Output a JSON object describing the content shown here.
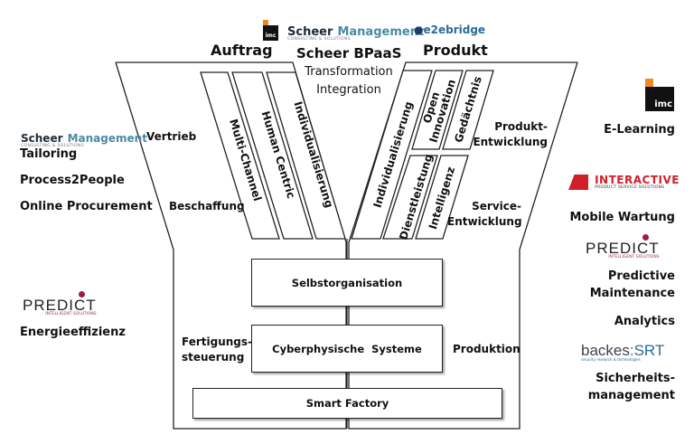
{
  "header": {
    "logos": {
      "imc": "imc",
      "scheer": {
        "word1": "Scheer",
        "word2": "Management",
        "tagline": "CONSULTING & SOLUTIONS"
      },
      "e2ebridge": "e2ebridge"
    },
    "left_title": "Auftrag",
    "center_title": "Scheer BPaaS",
    "center_line1": "Transformation",
    "center_line2": "Integration",
    "right_title": "Produkt"
  },
  "left_panel": {
    "logo": {
      "word1": "Scheer",
      "word2": "Management",
      "tagline": "CONSULTING & SOLUTIONS"
    },
    "items": [
      "Tailoring",
      "Process2People",
      "Online Procurement"
    ],
    "predict_logo": {
      "name": "PREDICT",
      "tagline": "INTELLIGENT SOLUTIONS"
    },
    "energy": "Energieeffizienz"
  },
  "funnel": {
    "left_labels": {
      "vertrieb": "Vertrieb",
      "beschaffung": "Beschaffung"
    },
    "left_bars": [
      "Multi-Channel",
      "Human Centric",
      "Individualisierung"
    ],
    "right_bars": {
      "tall": "Individualisierung",
      "top": [
        "Open Innovation",
        "Gedächtnis"
      ],
      "bottom": [
        "Dienstleistung",
        "Intelligenz"
      ]
    },
    "right_labels": {
      "produkt_line1": "Produkt-",
      "produkt_line2": "Entwicklung",
      "service_line1": "Service-",
      "service_line2": "Entwicklung"
    },
    "boxes": [
      "Selbstorganisation",
      "Cyberphysische  Systeme",
      "Smart Factory"
    ],
    "bottom_left_line1": "Fertigungs-",
    "bottom_left_line2": "steuerung",
    "bottom_right": "Produktion"
  },
  "right_panel": {
    "imc_logo": "imc",
    "elearning": "E-Learning",
    "interactive_logo": {
      "name": "INTERACTIVE",
      "tagline": "PRODUCT SERVICE SOLUTIONS"
    },
    "mobile": "Mobile Wartung",
    "predict_logo": {
      "name": "PREDICT",
      "tagline": "INTELLIGENT SOLUTIONS"
    },
    "pm_line1": "Predictive",
    "pm_line2": "Maintenance",
    "analytics": "Analytics",
    "backes_logo": {
      "word1": "backes",
      "word2": ":SRT",
      "tagline": "security research & technologies"
    },
    "sec_line1": "Sicherheits-",
    "sec_line2": "management"
  },
  "colors": {
    "scheer_blue": "#4a8aa3",
    "imc_orange": "#f08a1c",
    "interactive_red": "#d0202a",
    "predict_magenta": "#a01850",
    "backes_blue": "#2a6a9a"
  }
}
